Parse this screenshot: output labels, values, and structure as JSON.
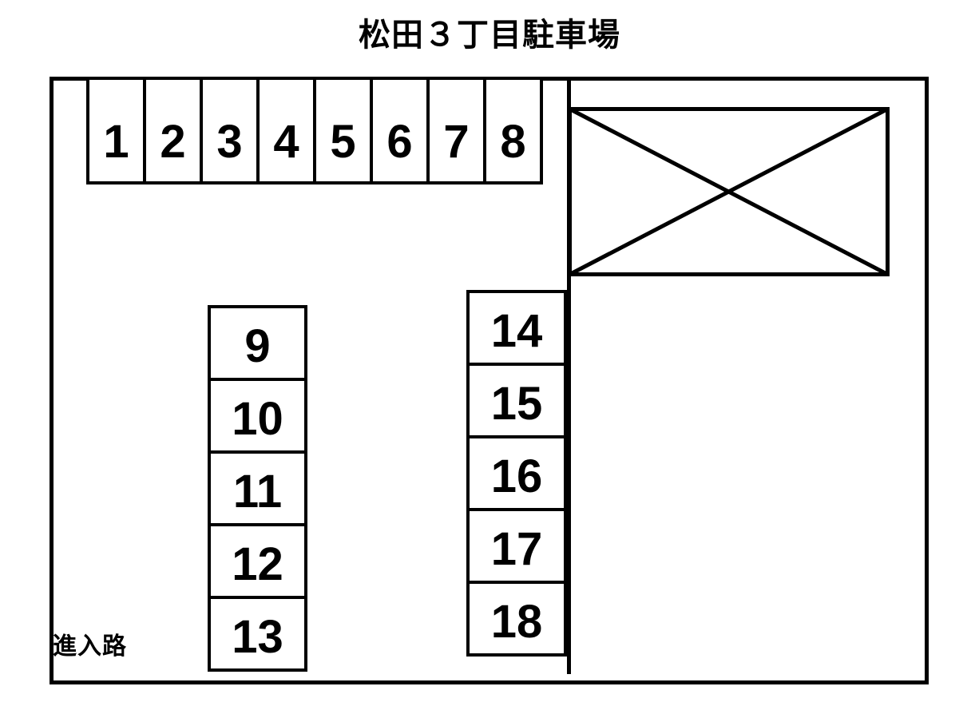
{
  "page": {
    "title": "松田３丁目駐車場",
    "background_color": "#ffffff",
    "line_color": "#000000"
  },
  "lot": {
    "boundary_label": "parking-lot-boundary",
    "entrance_label": "進入路",
    "building": {
      "label": "excluded-area",
      "marking": "X"
    },
    "stall_rows": [
      {
        "name": "top-row",
        "orientation": "horizontal",
        "stalls": [
          {
            "number": "1"
          },
          {
            "number": "2"
          },
          {
            "number": "3"
          },
          {
            "number": "4"
          },
          {
            "number": "5"
          },
          {
            "number": "6"
          },
          {
            "number": "7"
          },
          {
            "number": "8"
          }
        ]
      },
      {
        "name": "left-column",
        "orientation": "vertical",
        "stalls": [
          {
            "number": "9"
          },
          {
            "number": "10"
          },
          {
            "number": "11"
          },
          {
            "number": "12"
          },
          {
            "number": "13"
          }
        ]
      },
      {
        "name": "middle-column",
        "orientation": "vertical",
        "stalls": [
          {
            "number": "14"
          },
          {
            "number": "15"
          },
          {
            "number": "16"
          },
          {
            "number": "17"
          },
          {
            "number": "18"
          }
        ]
      }
    ]
  }
}
